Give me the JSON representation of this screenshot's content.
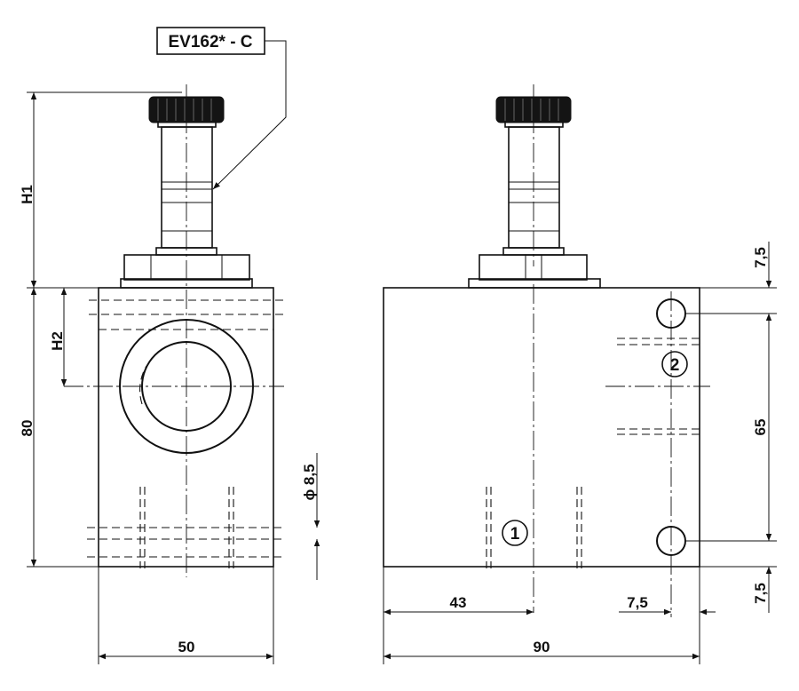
{
  "model_code": "EV162* - C",
  "dimensions": {
    "h1": "H1",
    "h2": "H2",
    "height_80": "80",
    "width_50": "50",
    "width_90": "90",
    "offset_43": "43",
    "edge_7_5_bottom": "7,5",
    "edge_7_5_top_right": "7,5",
    "edge_7_5_bottom_right": "7,5",
    "spacing_65": "65",
    "hole_diameter": "ϕ 8,5"
  },
  "ports": {
    "port_1": "1",
    "port_2": "2"
  }
}
